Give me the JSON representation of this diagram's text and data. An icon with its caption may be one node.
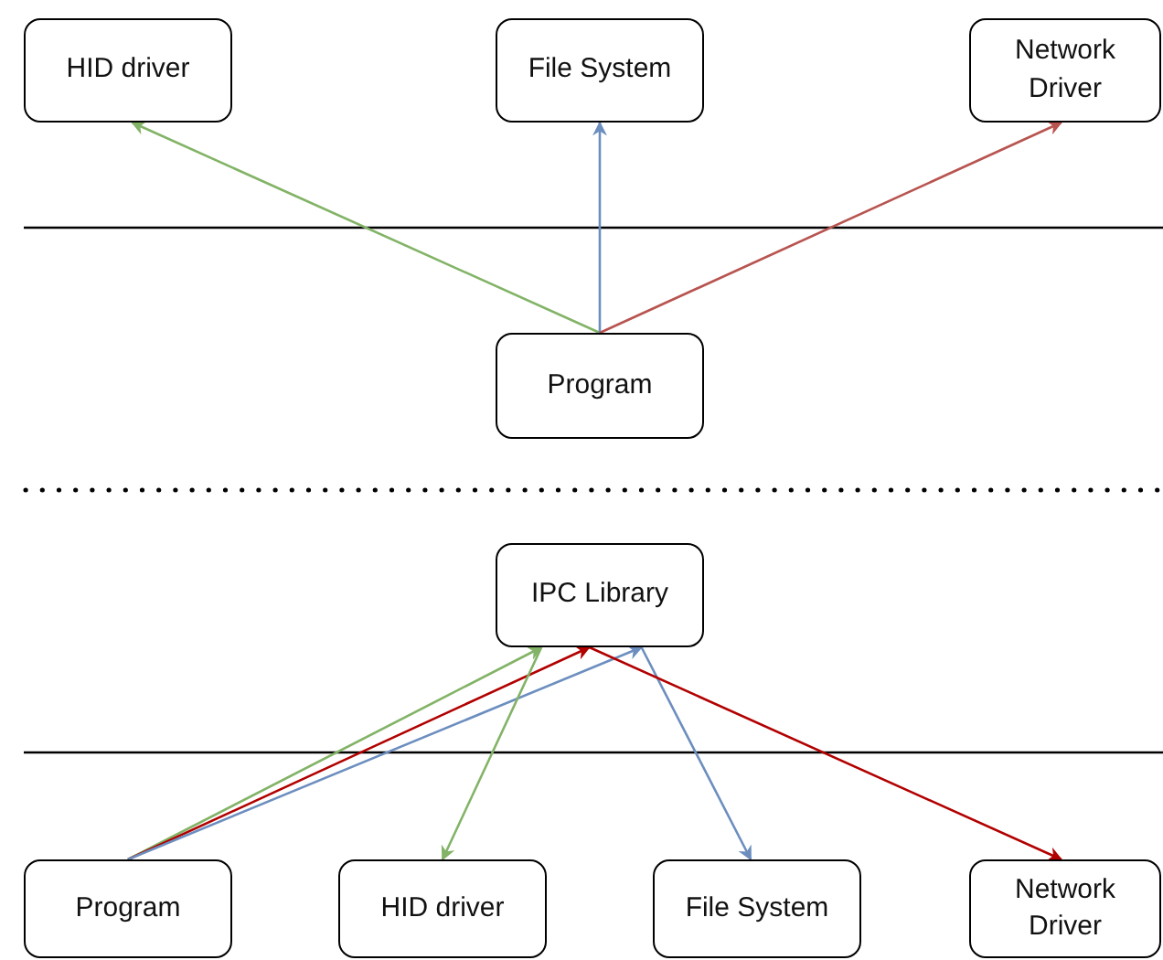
{
  "diagram": {
    "nodes": [
      {
        "text": [
          "HID driver"
        ]
      },
      {
        "text": [
          "File System"
        ]
      },
      {
        "text": [
          "Network Driver"
        ]
      },
      {
        "text": [
          "Program"
        ]
      },
      {
        "text": [
          "IPC Library"
        ]
      },
      {
        "text": [
          "Program"
        ]
      },
      {
        "text": [
          "HID driver"
        ]
      },
      {
        "text": [
          "File System"
        ]
      },
      {
        "text": [
          "Network Driver"
        ]
      }
    ],
    "edges": [
      {
        "from": 3,
        "to": 0,
        "arrow": "to",
        "color": "#82b366"
      },
      {
        "from": 3,
        "to": 1,
        "arrow": "to",
        "color": "#6c8ebf"
      },
      {
        "from": 3,
        "to": 2,
        "arrow": "to",
        "color": "#b85450"
      },
      {
        "from": 5,
        "to": 4,
        "arrow": "to",
        "color": "#82b366"
      },
      {
        "from": 5,
        "to": 4,
        "arrow": "to",
        "color": "#b20000"
      },
      {
        "from": 5,
        "to": 4,
        "arrow": "to",
        "color": "#6c8ebf"
      },
      {
        "from": 4,
        "to": 6,
        "arrow": "to",
        "color": "#82b366"
      },
      {
        "from": 4,
        "to": 7,
        "arrow": "to",
        "color": "#6c8ebf"
      },
      {
        "from": 4,
        "to": 8,
        "arrow": "to",
        "color": "#b20000"
      }
    ]
  }
}
